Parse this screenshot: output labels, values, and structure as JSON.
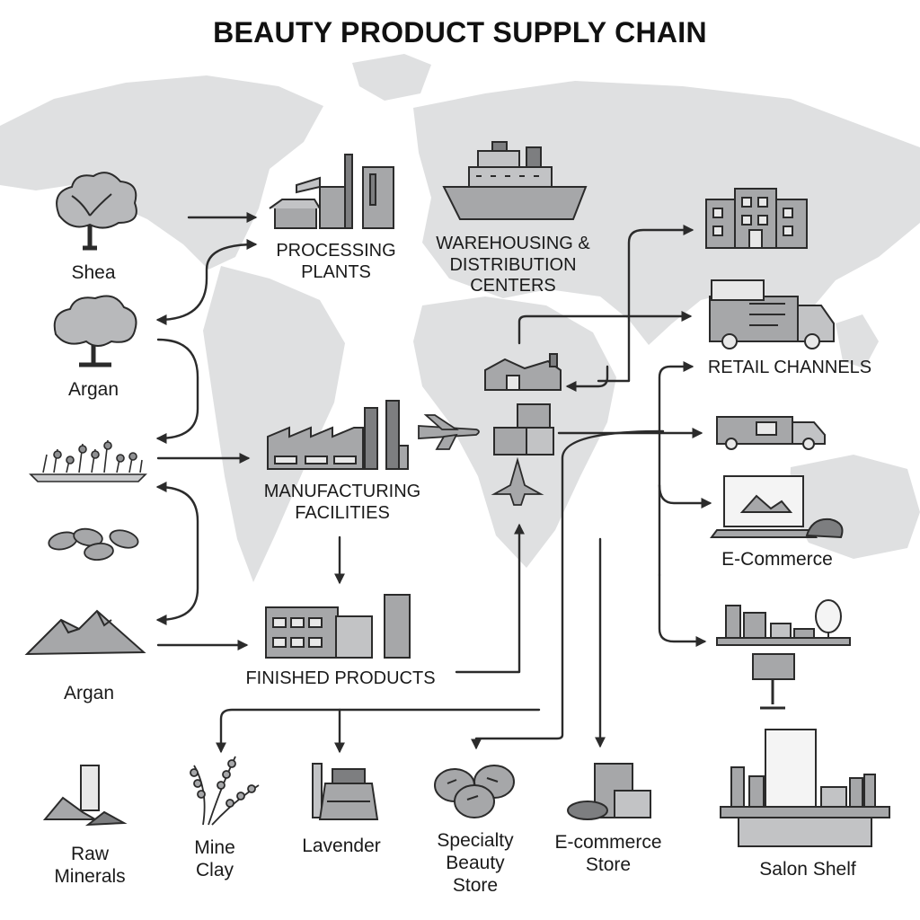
{
  "title": "BEAUTY PRODUCT SUPPLY CHAIN",
  "sources": [
    {
      "label": "Shea",
      "icon": "shea-tree-icon"
    },
    {
      "label": "Argan",
      "icon": "argan-tree-icon"
    },
    {
      "label": "",
      "icon": "lavender-field-icon"
    },
    {
      "label": "",
      "icon": "seeds-icon"
    },
    {
      "label": "Argan",
      "icon": "mountains-icon"
    }
  ],
  "stages": {
    "processing": "PROCESSING\nPLANTS",
    "warehousing": "WAREHOUSING &\nDISTRIBUTION\nCENTERS",
    "manufacturing": "MANUFACTURING\nFACILITIES",
    "finished": "FINISHED PRODUCTS"
  },
  "channels": {
    "retail": "RETAIL CHANNELS",
    "ecommerce": "E-Commerce"
  },
  "destinations": [
    {
      "label": "Raw\nMinerals",
      "icon": "raw-minerals-icon"
    },
    {
      "label": "Mine\nClay",
      "icon": "lavender-sprig-icon"
    },
    {
      "label": "Lavender",
      "icon": "lavender-jar-icon"
    },
    {
      "label": "Specialty\nBeauty\nStore",
      "icon": "soap-bars-icon"
    },
    {
      "label": "E-commerce\nStore",
      "icon": "cosmetic-jars-icon"
    },
    {
      "label": "Salon Shelf",
      "icon": "salon-shelf-icon"
    }
  ],
  "colors": {
    "map": "#dfe0e1",
    "ink": "#2b2b2b",
    "fill": "#a6a7a9",
    "fill_dark": "#7d7e80",
    "background": "#ffffff"
  }
}
